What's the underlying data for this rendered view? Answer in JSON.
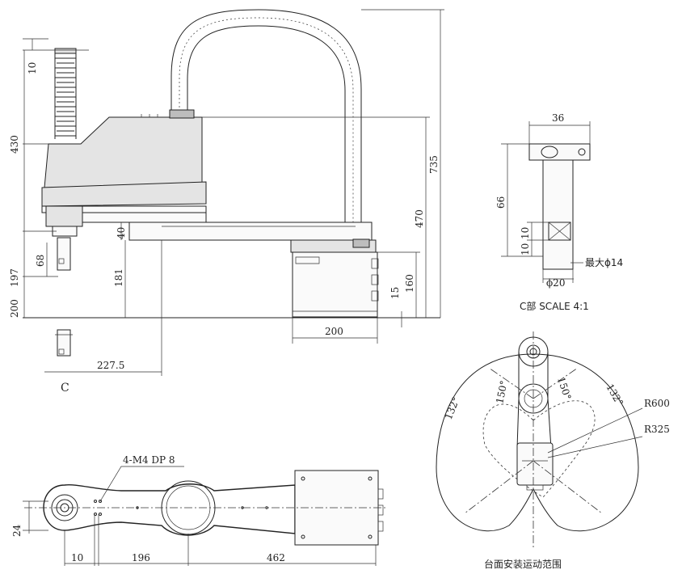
{
  "side_view": {
    "dims": {
      "bellows_top": "10",
      "total_left": "430",
      "arm_thickness": "40",
      "tool_height": "68",
      "lower_left": "197",
      "stroke_181": "181",
      "base_bottom": "200",
      "reach": "227.5",
      "base_width": "200",
      "total_height": "735",
      "cable_height": "470",
      "base_160": "160",
      "base_15": "15"
    },
    "label_c": "C"
  },
  "detail_c": {
    "dims": {
      "width": "36",
      "height": "66",
      "d1": "10",
      "d2": "10",
      "max_dia": "最大ϕ14",
      "dia": "ϕ20"
    },
    "caption": "C部 SCALE 4:1"
  },
  "top_view": {
    "tap_note": "4-M4 DP 8",
    "dims": {
      "d24": "24",
      "d10": "10",
      "d196": "196",
      "d462": "462"
    }
  },
  "motion_range": {
    "angles": {
      "left_outer": "132°",
      "left_inner": "150°",
      "right_inner": "150°",
      "right_outer": "132°"
    },
    "radius_outer": "R600",
    "radius_inner": "R325",
    "caption": "台面安装运动范围"
  }
}
